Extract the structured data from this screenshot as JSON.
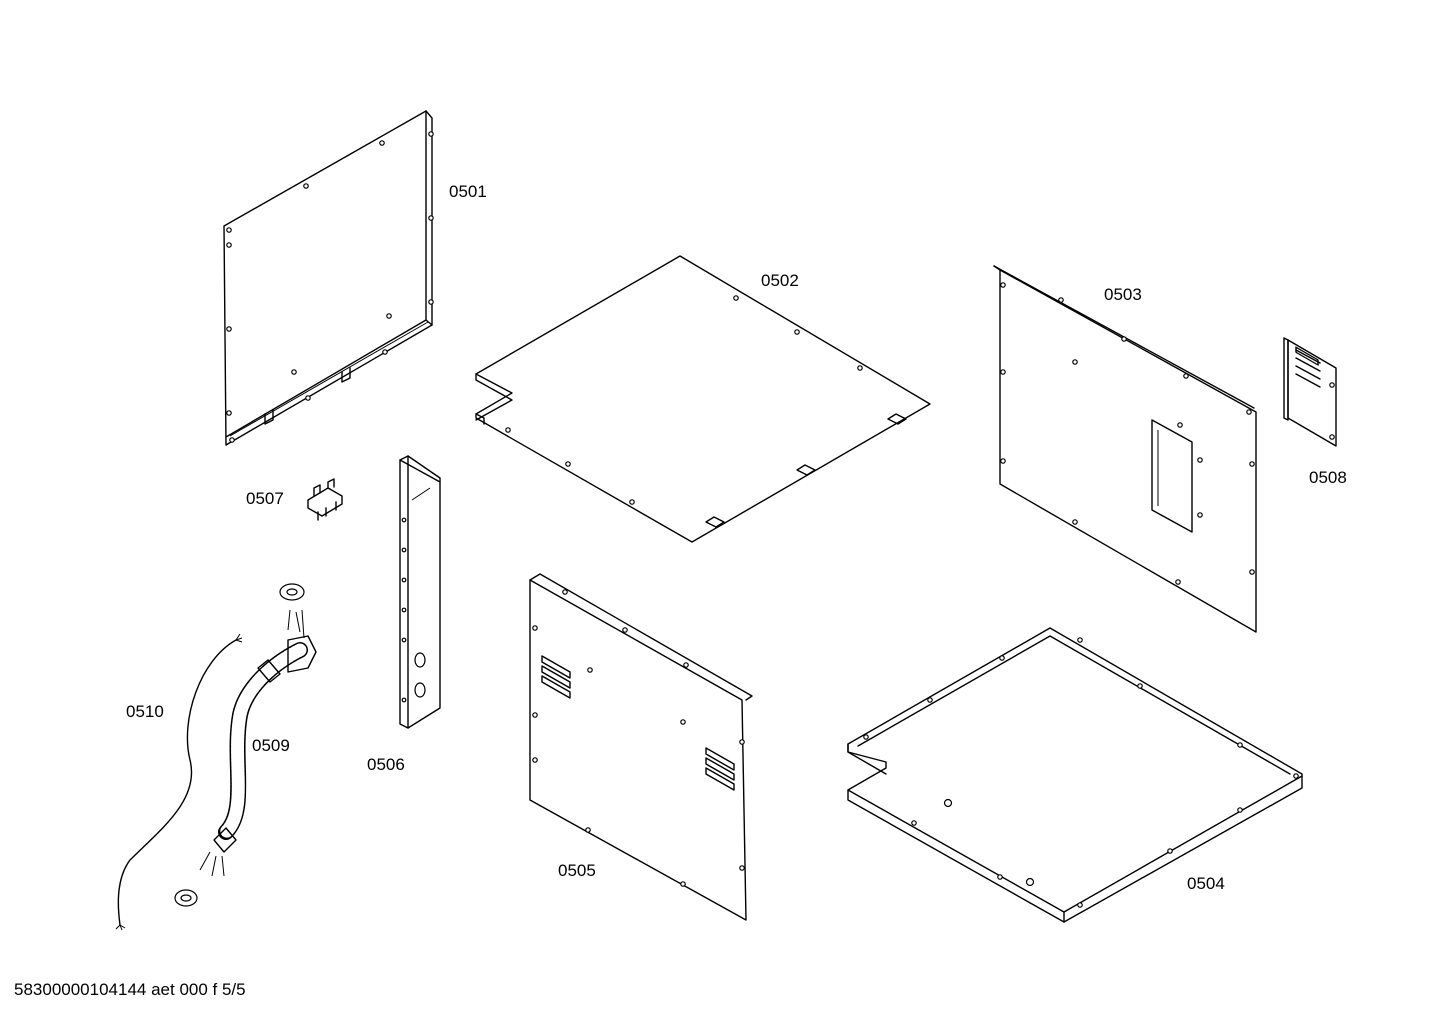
{
  "parts": {
    "p0501": "0501",
    "p0502": "0502",
    "p0503": "0503",
    "p0504": "0504",
    "p0505": "0505",
    "p0506": "0506",
    "p0507": "0507",
    "p0508": "0508",
    "p0509": "0509",
    "p0510": "0510"
  },
  "document_reference": "58300000104144 aet 000 f 5/5"
}
